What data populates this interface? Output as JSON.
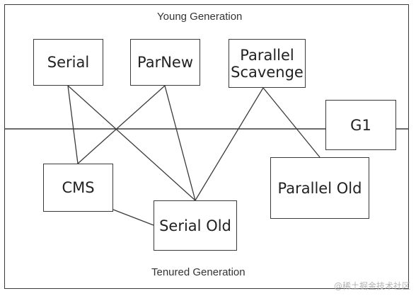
{
  "regions": {
    "young": "Young Generation",
    "tenured": "Tenured Generation"
  },
  "collectors": {
    "serial": "Serial",
    "parnew": "ParNew",
    "parallel_scavenge": "Parallel\nScavenge",
    "g1": "G1",
    "cms": "CMS",
    "serial_old": "Serial Old",
    "parallel_old": "Parallel Old"
  },
  "connections": [
    [
      "serial",
      "cms"
    ],
    [
      "serial",
      "serial_old"
    ],
    [
      "parnew",
      "cms"
    ],
    [
      "parnew",
      "serial_old"
    ],
    [
      "parallel_scavenge",
      "serial_old"
    ],
    [
      "parallel_scavenge",
      "parallel_old"
    ],
    [
      "cms",
      "serial_old"
    ]
  ],
  "watermark": "@稀土掘金技术社区",
  "colors": {
    "line": "#3a3a3a",
    "text": "#222222",
    "watermark": "#b5b5b5"
  }
}
